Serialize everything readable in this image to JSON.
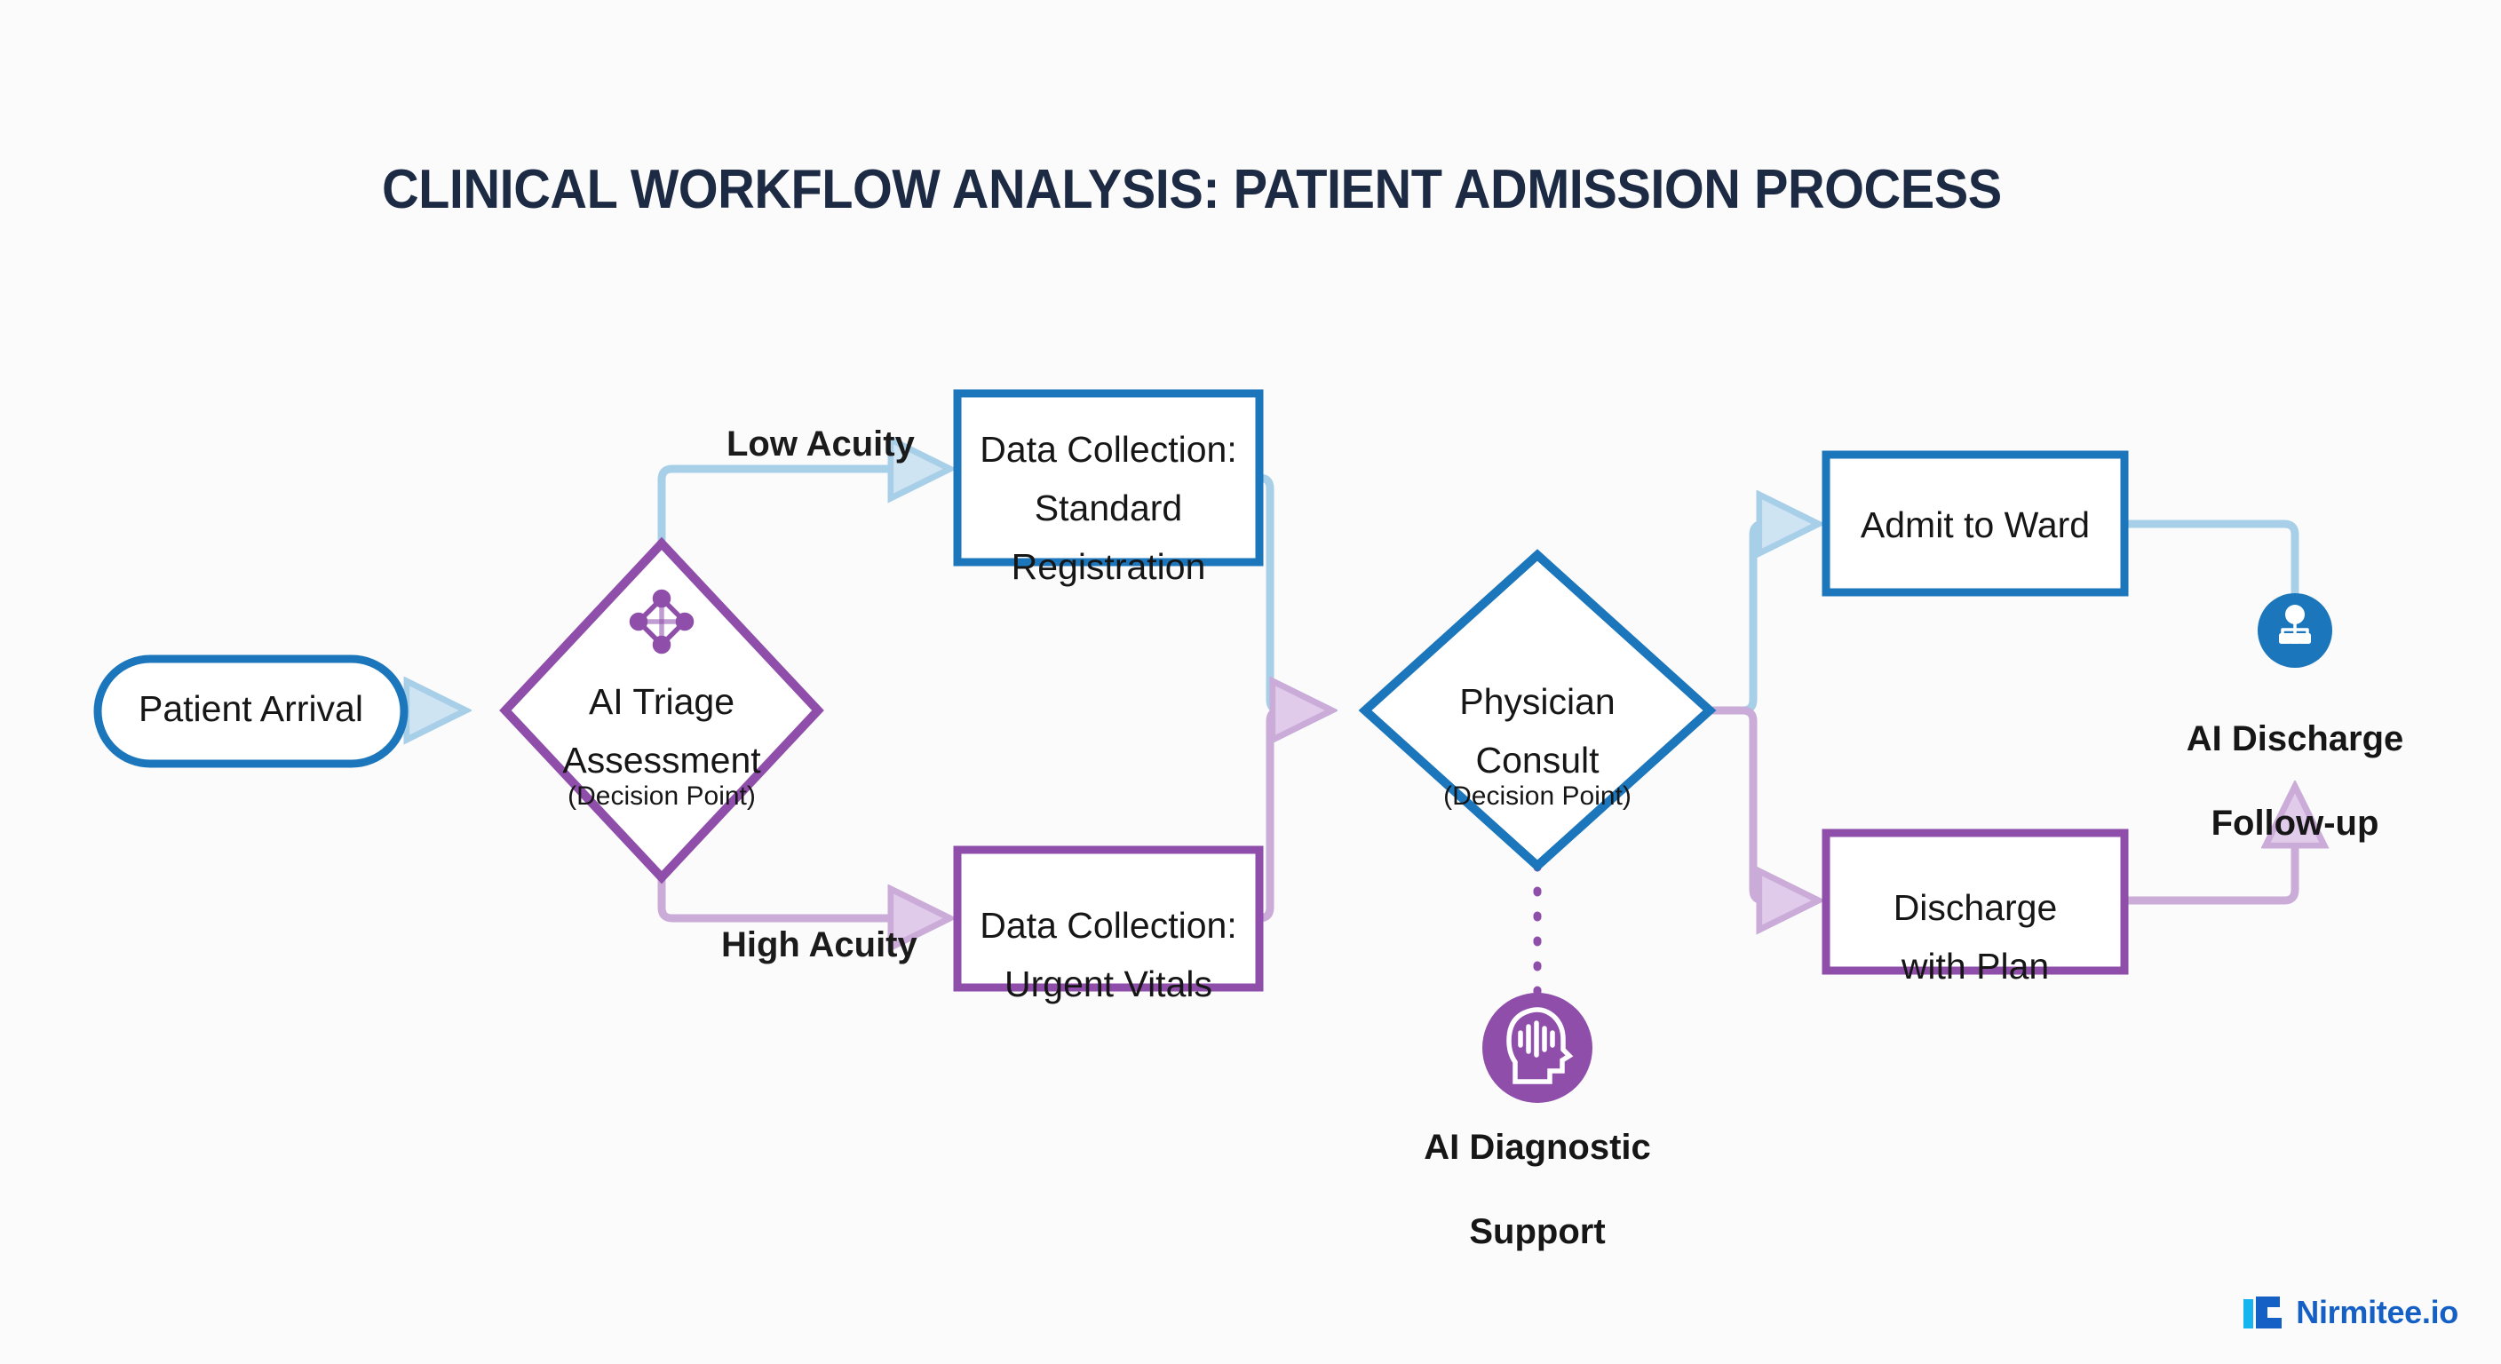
{
  "page": {
    "title": "CLINICAL WORKFLOW ANALYSIS: PATIENT ADMISSION PROCESS",
    "background_color": "#fbfbfc"
  },
  "colors": {
    "title": "#1d2a44",
    "blue_border": "#1c76bc",
    "purple_border": "#8e4eaa",
    "blue_edge": "#a8cfe8",
    "purple_edge": "#cbabd8",
    "ai_blue_fill": "#1c76bc",
    "ai_purple_fill": "#8e4eaa",
    "text": "#161616",
    "brand_blue": "#1560c4",
    "brand_cyan": "#16b4f0"
  },
  "nodes": [
    {
      "id": "patient-arrival",
      "shape": "pill",
      "label": "Patient Arrival",
      "sublabel": "",
      "accent": "blue"
    },
    {
      "id": "ai-triage-assessment",
      "shape": "diamond",
      "label": "AI Triage\nAssessment",
      "sublabel": "(Decision Point)",
      "accent": "purple",
      "icon": "network-nodes-icon"
    },
    {
      "id": "data-collection-standard",
      "shape": "rect",
      "label": "Data Collection:\nStandard\nRegistration",
      "sublabel": "",
      "accent": "blue"
    },
    {
      "id": "data-collection-urgent",
      "shape": "rect",
      "label": "Data Collection:\nUrgent Vitals",
      "sublabel": "",
      "accent": "purple"
    },
    {
      "id": "physician-consult",
      "shape": "diamond",
      "label": "Physician\nConsult",
      "sublabel": "(Decision Point)",
      "accent": "blue"
    },
    {
      "id": "admit-to-ward",
      "shape": "rect",
      "label": "Admit to Ward",
      "sublabel": "",
      "accent": "blue"
    },
    {
      "id": "discharge-with-plan",
      "shape": "rect",
      "label": "Discharge\nwith Plan",
      "sublabel": "",
      "accent": "purple"
    },
    {
      "id": "ai-diagnostic-support",
      "shape": "circle-icon",
      "label": "AI Diagnostic\nSupport",
      "sublabel": "",
      "accent": "purple",
      "icon": "ai-head-waveform-icon"
    },
    {
      "id": "ai-discharge-followup",
      "shape": "circle-icon",
      "label": "AI Discharge\nFollow-up",
      "sublabel": "",
      "accent": "blue",
      "icon": "hierarchy-org-icon"
    }
  ],
  "edges": [
    {
      "id": "e-arrival-triage",
      "from": "patient-arrival",
      "to": "ai-triage-assessment",
      "label": "",
      "color": "blue",
      "style": "solid"
    },
    {
      "id": "e-triage-standard",
      "from": "ai-triage-assessment",
      "to": "data-collection-standard",
      "label": "Low Acuity",
      "color": "blue",
      "style": "solid"
    },
    {
      "id": "e-triage-urgent",
      "from": "ai-triage-assessment",
      "to": "data-collection-urgent",
      "label": "High Acuity",
      "color": "purple",
      "style": "solid"
    },
    {
      "id": "e-standard-consult",
      "from": "data-collection-standard",
      "to": "physician-consult",
      "label": "",
      "color": "blue",
      "style": "solid"
    },
    {
      "id": "e-urgent-consult",
      "from": "data-collection-urgent",
      "to": "physician-consult",
      "label": "",
      "color": "purple",
      "style": "solid"
    },
    {
      "id": "e-consult-admit",
      "from": "physician-consult",
      "to": "admit-to-ward",
      "label": "",
      "color": "blue",
      "style": "solid"
    },
    {
      "id": "e-consult-discharge",
      "from": "physician-consult",
      "to": "discharge-with-plan",
      "label": "",
      "color": "purple",
      "style": "solid"
    },
    {
      "id": "e-admit-followup",
      "from": "admit-to-ward",
      "to": "ai-discharge-followup",
      "label": "",
      "color": "blue",
      "style": "solid"
    },
    {
      "id": "e-discharge-followup",
      "from": "discharge-with-plan",
      "to": "ai-discharge-followup",
      "label": "",
      "color": "purple",
      "style": "solid"
    },
    {
      "id": "e-consult-ai-diagnostic",
      "from": "physician-consult",
      "to": "ai-diagnostic-support",
      "label": "",
      "color": "purple",
      "style": "dotted"
    }
  ],
  "edge_labels": {
    "low_acuity": "Low Acuity",
    "high_acuity": "High Acuity"
  },
  "labels": {
    "patient_arrival": "Patient Arrival",
    "ai_triage_line1": "AI Triage",
    "ai_triage_line2": "Assessment",
    "ai_triage_sub": "(Decision Point)",
    "dc_standard_line1": "Data Collection:",
    "dc_standard_line2": "Standard",
    "dc_standard_line3": "Registration",
    "dc_urgent_line1": "Data Collection:",
    "dc_urgent_line2": "Urgent Vitals",
    "physician_line1": "Physician",
    "physician_line2": "Consult",
    "physician_sub": "(Decision Point)",
    "admit_to_ward": "Admit to Ward",
    "discharge_line1": "Discharge",
    "discharge_line2": "with Plan",
    "ai_diagnostic_line1": "AI Diagnostic",
    "ai_diagnostic_line2": "Support",
    "ai_followup_line1": "AI Discharge",
    "ai_followup_line2": "Follow-up"
  },
  "brand": {
    "name": "Nirmitee.io"
  }
}
